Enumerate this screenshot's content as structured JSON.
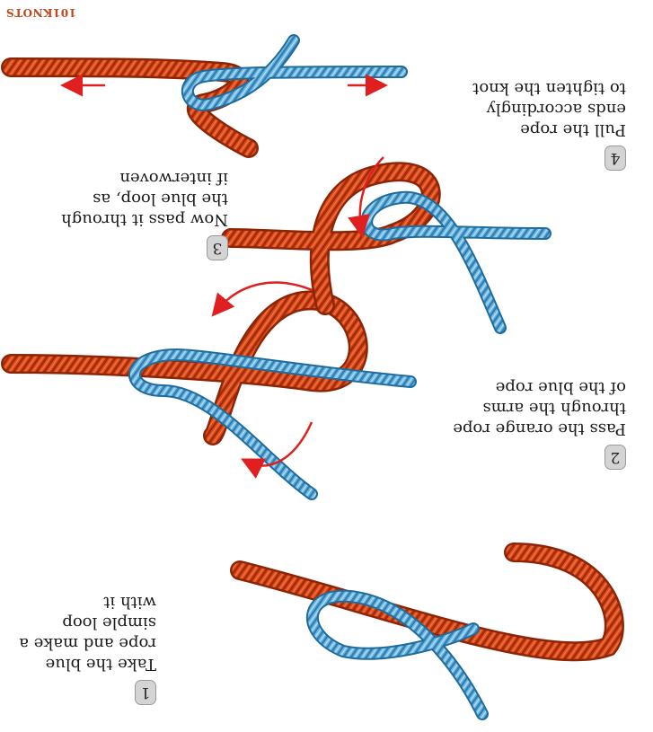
{
  "diagram": {
    "brand": "101KNOTS",
    "colors": {
      "blue_rope": "#6fb7e0",
      "orange_rope": "#de4a1c",
      "arrow": "#e02020",
      "badge": "#d4d4d4"
    },
    "steps": [
      {
        "number": "1",
        "lines": [
          "Take the blue",
          "rope and make a",
          "simple loop",
          "with it"
        ]
      },
      {
        "number": "2",
        "lines": [
          "Pass the orange rope",
          "through the arms",
          "of the blue rope"
        ]
      },
      {
        "number": "3",
        "lines": [
          "Now pass it through",
          "the blue loop, as",
          "if interwoven"
        ]
      },
      {
        "number": "4",
        "lines": [
          "Pull the rope",
          "ends accordingly",
          "to tighten the knot"
        ]
      }
    ]
  }
}
